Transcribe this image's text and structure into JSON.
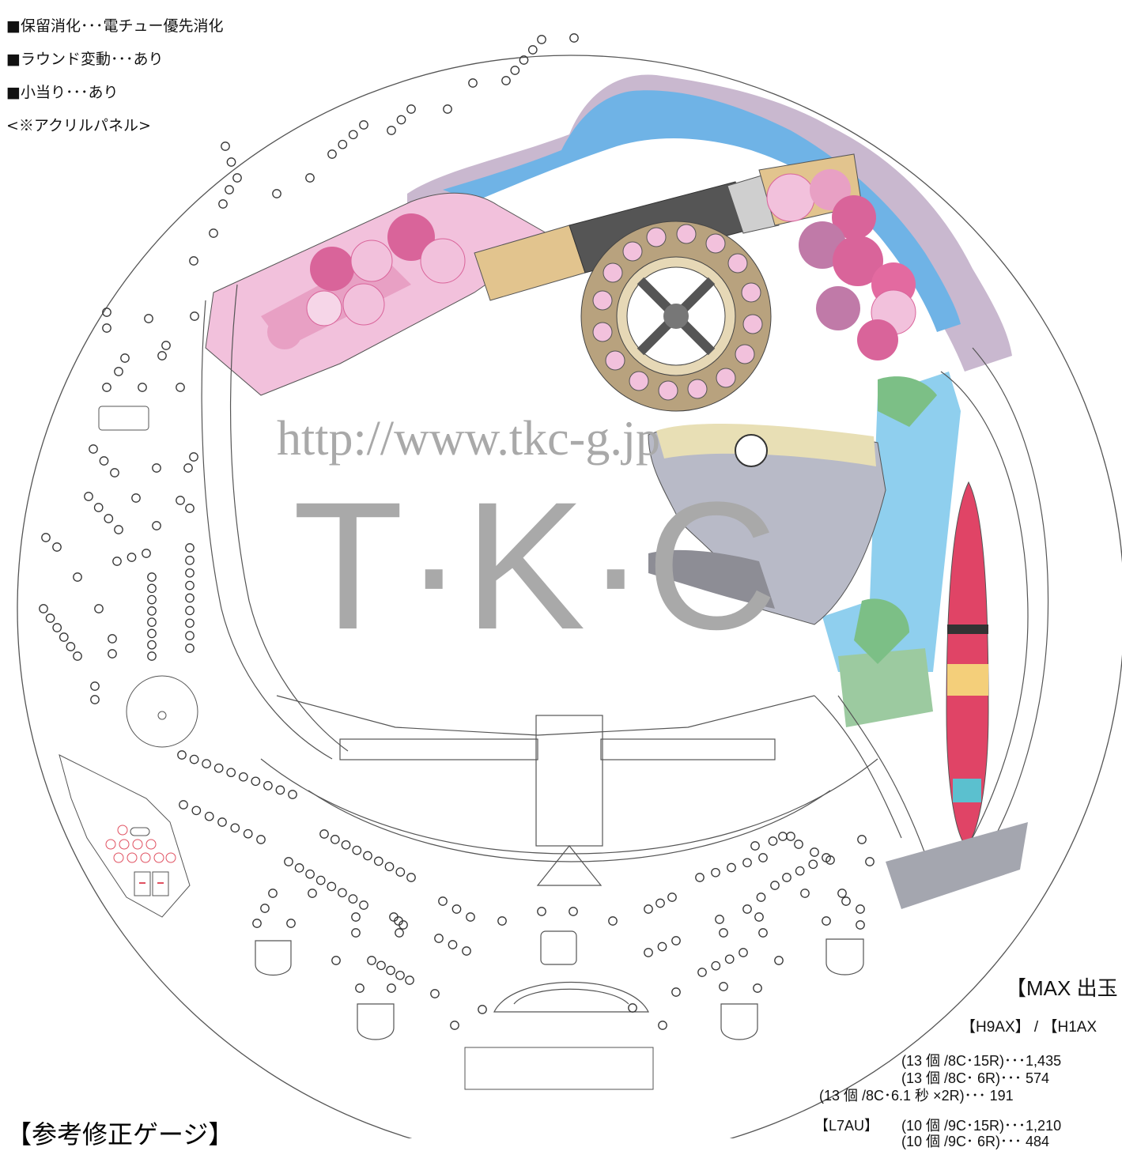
{
  "specs": [
    "■保留消化･･･電チュー優先消化",
    "■ラウンド変動･･･あり",
    "■小当り･･･あり",
    "<※アクリルパネル>"
  ],
  "watermark": {
    "url": "http://www.tkc-g.jp",
    "logo": "T·K·C"
  },
  "max_payout": {
    "title": "【MAX 出玉",
    "models_line": "【H9AX】 / 【H1AX",
    "rows_a": [
      "(13 個 /8C･15R)･･･1,435",
      "(13 個 /8C･ 6R)･･･ 574",
      "(13 個 /8C･6.1 秒 ×2R)･･･ 191"
    ],
    "model_b": "【L7AU】",
    "rows_b": [
      "(10 個 /9C･15R)･･･1,210",
      "(10 個 /9C･ 6R)･･･ 484"
    ]
  },
  "footer_title": "【参考修正ゲージ】",
  "colors": {
    "water": "#6fb3e6",
    "cloud": "#c9b8cf",
    "blossom_dark": "#d9649a",
    "blossom_light": "#f2c1dc",
    "reel": "#b8a27e",
    "line": "#555555",
    "watermark": "#a9a9a9",
    "float_red": "#e04466",
    "float_yellow": "#f4cf7a",
    "float_cyan": "#5bc0cf"
  }
}
